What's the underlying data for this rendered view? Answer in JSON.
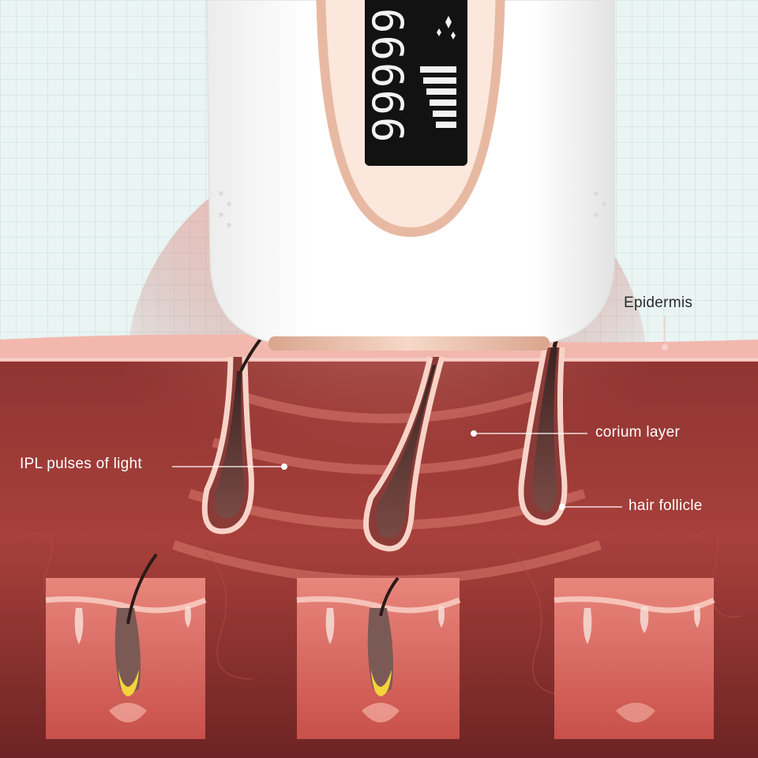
{
  "labels": {
    "epidermis": "Epidermis",
    "ipl_pulses": "IPL pulses of light",
    "corium_layer": "corium layer",
    "hair_follicle": "hair follicle"
  },
  "colors": {
    "grid_background": "#e9f4f3",
    "grid_line": "#c6dedd",
    "epidermis": "#f2b8ae",
    "dermis_dark": "#7a2a28",
    "dermis_mid": "#a8403b",
    "follicle_outline": "#f8d3c8",
    "hair": "#2a1a17",
    "device_body": "#ffffff",
    "device_accent": "#e8b9a2",
    "display_screen": "#121212",
    "display_digits": "#f2f2f2",
    "treated_bulb": "#f4d43a"
  },
  "device_display": {
    "digits": "66666"
  },
  "stages": [
    {
      "name": "stage-1"
    },
    {
      "name": "stage-2"
    },
    {
      "name": "stage-3"
    }
  ]
}
